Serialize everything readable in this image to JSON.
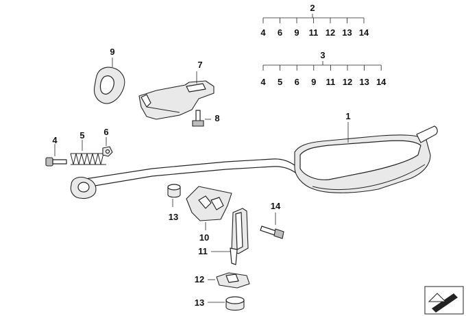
{
  "callouts": {
    "c1": "1",
    "c2": "2",
    "c3": "3",
    "c4": "4",
    "c5": "5",
    "c6": "6",
    "c7": "7",
    "c8": "8",
    "c9": "9",
    "c10": "10",
    "c11": "11",
    "c12": "12",
    "c13a": "13",
    "c13b": "13",
    "c14": "14"
  },
  "kit2": {
    "label": "2",
    "parts": [
      "4",
      "6",
      "9",
      "11",
      "12",
      "13",
      "14"
    ]
  },
  "kit3": {
    "label": "3",
    "parts": [
      "4",
      "5",
      "6",
      "9",
      "11",
      "12",
      "13",
      "14"
    ]
  },
  "colors": {
    "line": "#222222",
    "shade": "#e9e9e9",
    "background": "#ffffff"
  },
  "icons": {
    "corner": "view-direction-arrow-icon"
  }
}
